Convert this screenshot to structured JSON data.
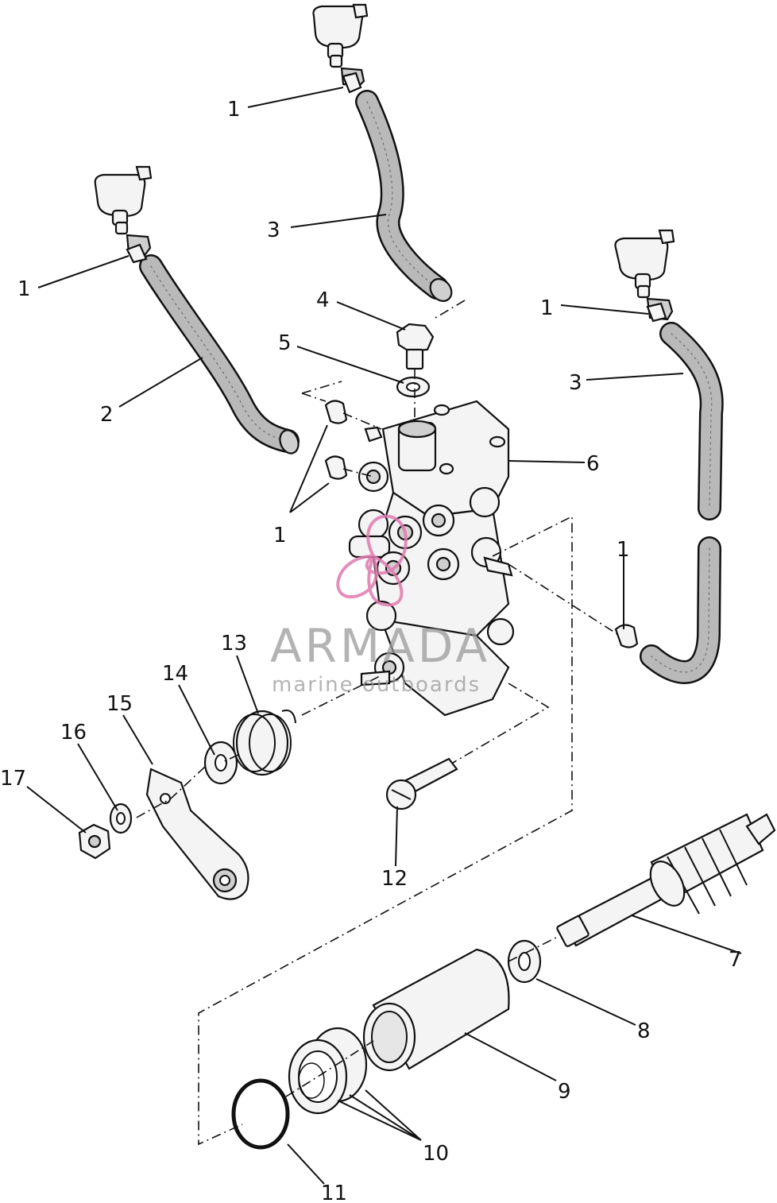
{
  "diagram": {
    "callouts": {
      "c1a": "1",
      "c1b": "1",
      "c1c": "1",
      "c1d": "1",
      "c1e": "1",
      "c2": "2",
      "c3a": "3",
      "c3b": "3",
      "c4": "4",
      "c5": "5",
      "c6": "6",
      "c7": "7",
      "c8": "8",
      "c9": "9",
      "c10": "10",
      "c11": "11",
      "c12": "12",
      "c13": "13",
      "c14": "14",
      "c15": "15",
      "c16": "16",
      "c17": "17"
    },
    "watermark": {
      "brand": "ARMADA",
      "tagline": "marine outboards",
      "color": "#e07ab0"
    }
  }
}
